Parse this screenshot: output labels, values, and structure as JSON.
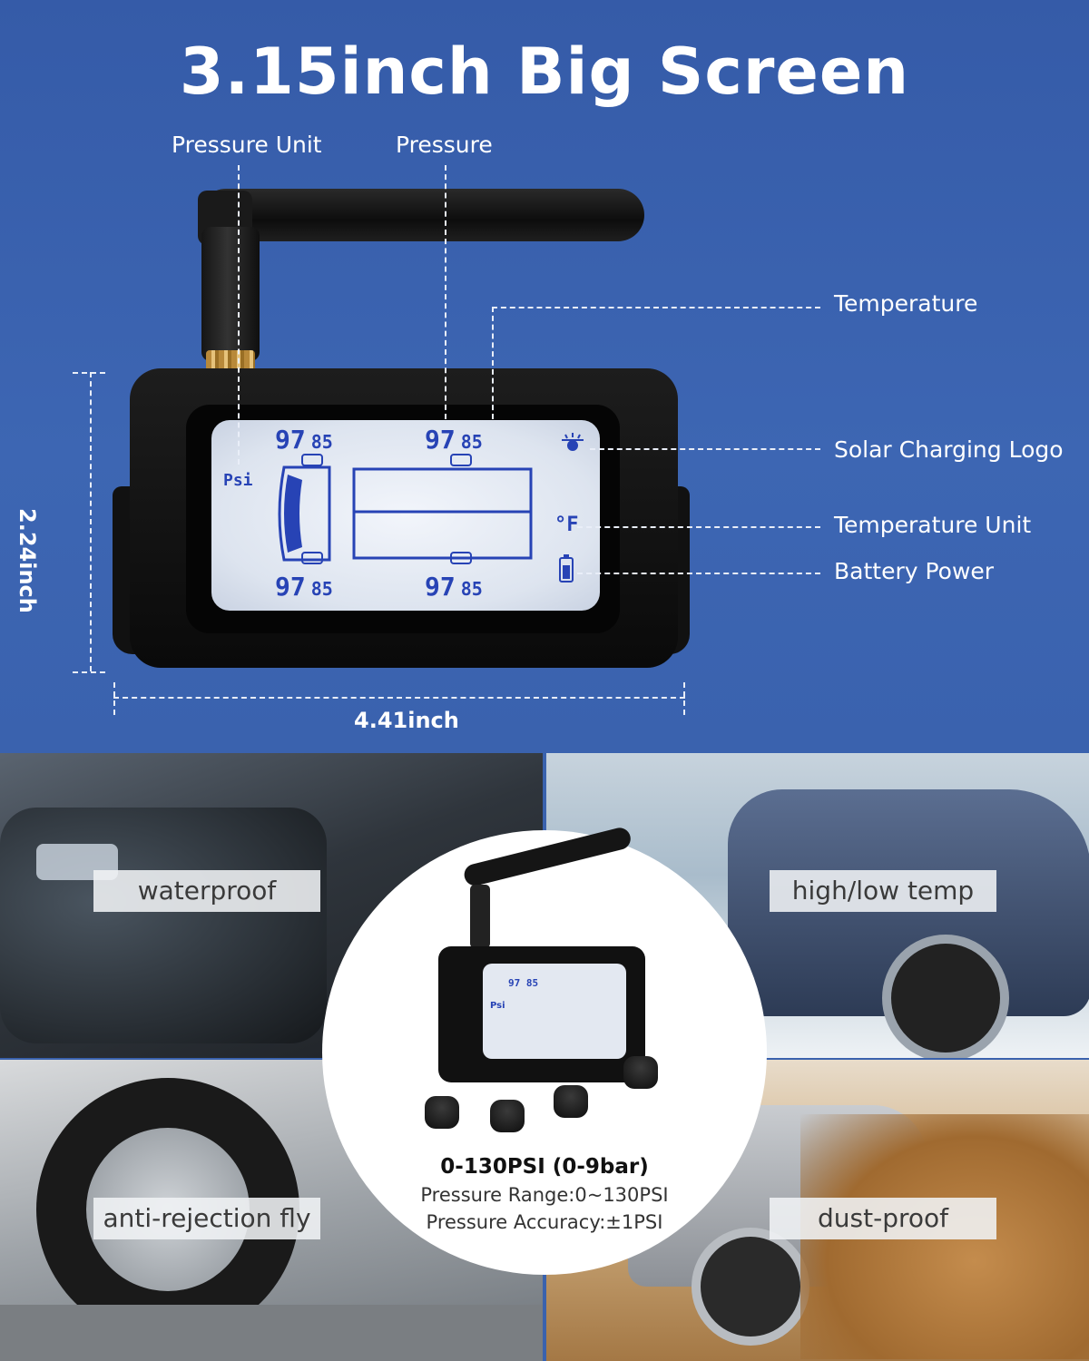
{
  "title": "3.15inch Big Screen",
  "callouts": {
    "pressure_unit": "Pressure Unit",
    "pressure": "Pressure",
    "temperature": "Temperature",
    "solar_logo": "Solar Charging Logo",
    "temperature_unit": "Temperature Unit",
    "battery_power": "Battery Power"
  },
  "dimensions": {
    "height": "2.24inch",
    "width": "4.41inch"
  },
  "lcd": {
    "unit": "Psi",
    "temp_unit": "°F",
    "readings": [
      {
        "pressure": "97",
        "temp": "85"
      },
      {
        "pressure": "97",
        "temp": "85"
      },
      {
        "pressure": "97",
        "temp": "85"
      },
      {
        "pressure": "97",
        "temp": "85"
      }
    ],
    "accent_color": "#2743b5"
  },
  "features": {
    "waterproof": "waterproof",
    "high_low_temp": "high/low temp",
    "anti_rejection": "anti-rejection fly",
    "dust_proof": "dust-proof"
  },
  "specs": {
    "headline": "0-130PSI (0-9bar)",
    "range": "Pressure Range:0~130PSI",
    "accuracy": "Pressure Accuracy:±1PSI"
  },
  "colors": {
    "background": "#3a62ad",
    "lcd_digits": "#2743b5"
  }
}
